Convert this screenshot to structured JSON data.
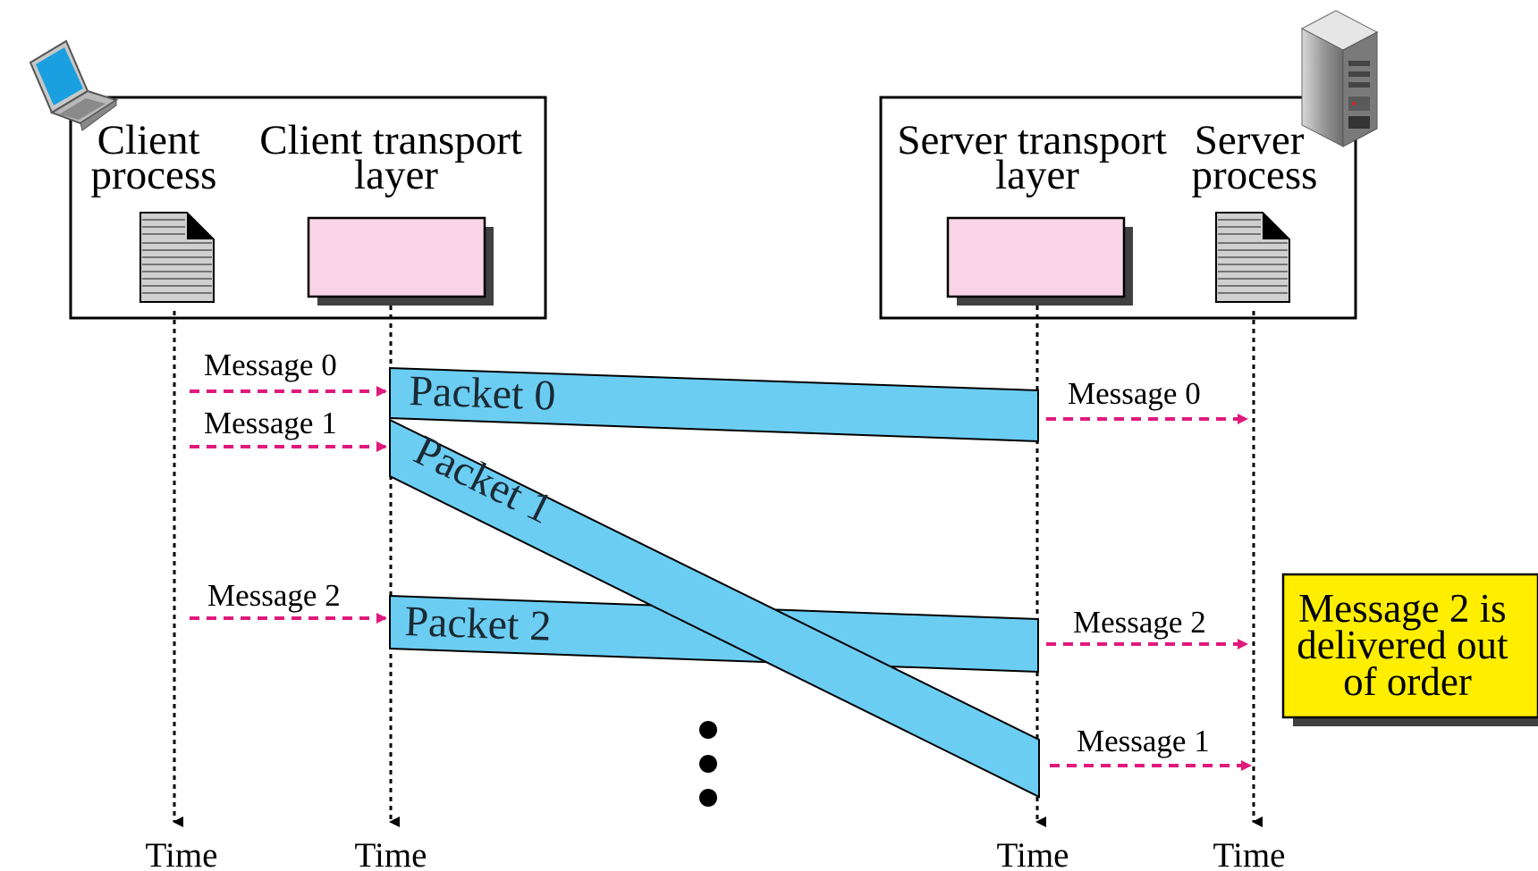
{
  "client_box": {
    "client_process": [
      "Client",
      "process"
    ],
    "client_transport": [
      "Client transport",
      "layer"
    ]
  },
  "server_box": {
    "server_transport": [
      "Server transport",
      "layer"
    ],
    "server_process": [
      "Server",
      "process"
    ]
  },
  "client_messages": [
    "Message 0",
    "Message 1",
    "Message 2"
  ],
  "server_messages": [
    "Message 0",
    "Message 2",
    "Message 1"
  ],
  "packets": [
    "Packet 0",
    "Packet 1",
    "Packet 2"
  ],
  "time_label": "Time",
  "note": [
    "Message 2 is",
    "delivered out",
    "of order"
  ],
  "colors": {
    "packet_fill": "#6ccdf3",
    "transport_fill": "#f8d4e6",
    "message_arrow": "#e0197d",
    "note_fill": "#ffee00"
  },
  "icons": [
    "laptop-icon",
    "server-tower-icon",
    "document-icon",
    "ellipsis-dots-icon"
  ]
}
